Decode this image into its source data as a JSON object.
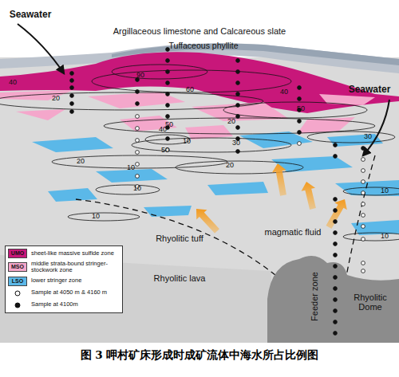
{
  "diagram": {
    "caption": "图 3 呷村矿床形成时成矿流体中海水所占比例图",
    "nodes": [
      {
        "text": [
          "Rhyolitic Dome"
        ]
      }
    ],
    "labels": [
      "Argillaceous limestone and Calcareous slate",
      "Seawater",
      "Tuffaceous phyllite",
      "Seawater",
      "90",
      "60",
      "40",
      "40",
      "20",
      "50",
      "50",
      "20",
      "40",
      "10",
      "30",
      "30",
      "50",
      "20",
      "20",
      "10",
      "10",
      "10",
      "10",
      "10",
      "Rhyolitic tuff",
      "magmatic fluid",
      "Rhyolitic lava",
      "Feeder zone",
      "UMO",
      "MSO",
      "LSO"
    ],
    "legend": [
      {
        "text": "sheet-like massive sulfide zone",
        "color": "#c8177a"
      },
      {
        "text": "middle strata-bound stringer-stockwork zone",
        "color": "#f4a7cb"
      },
      {
        "text": "lower stringer zone",
        "color": "#5bb8e8"
      },
      {
        "text": "Sample at 4050 m & 4160 m"
      },
      {
        "text": "Sample at 4100m"
      }
    ]
  }
}
